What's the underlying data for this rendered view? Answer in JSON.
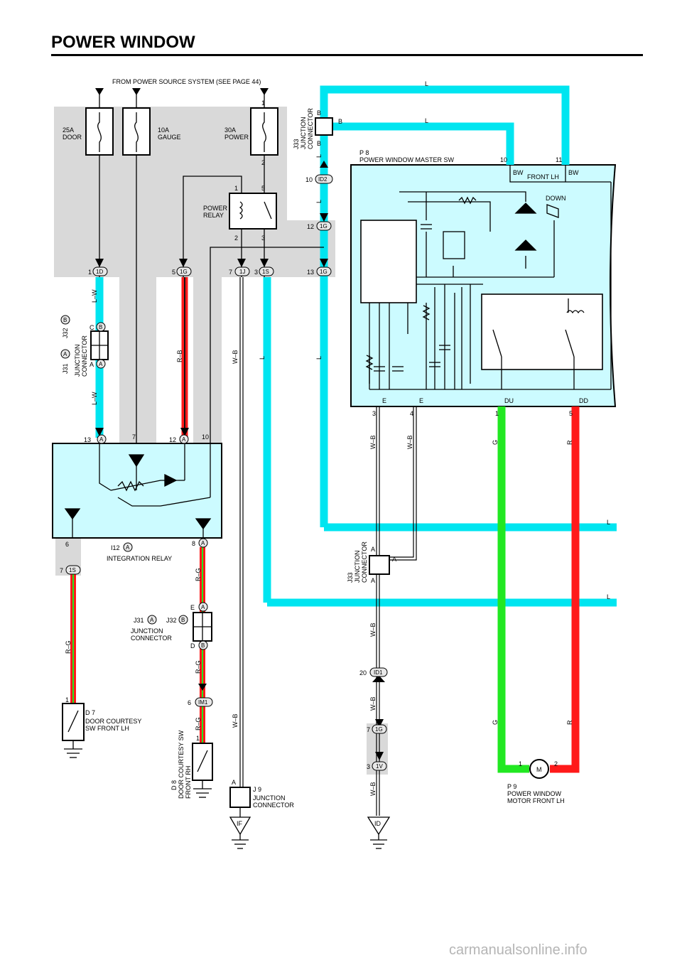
{
  "page": {
    "title": "POWER WINDOW",
    "watermark": "carmanualsonline.info"
  },
  "colors": {
    "cyan": "#00e5f0",
    "red": "#ff1a1a",
    "green": "#22e822",
    "shade": "#d9d9d9",
    "panel": "#ccfbff"
  },
  "labels": {
    "source": "FROM POWER SOURCE SYSTEM (SEE PAGE 44)",
    "fuse_door_a": "25A",
    "fuse_door_b": "DOOR",
    "fuse_gauge_a": "10A",
    "fuse_gauge_b": "GAUGE",
    "fuse_power_a": "30A",
    "fuse_power_b": "POWER",
    "relay_a": "POWER",
    "relay_b": "RELAY",
    "j33_top_a": "J33",
    "j33_top_b": "JUNCTION",
    "j33_top_c": "CONNECTOR",
    "p8_a": "P 8",
    "p8_b": "POWER WINDOW MASTER SW",
    "bw": "BW",
    "front_lh": "FRONT LH",
    "down": "DOWN",
    "e": "E",
    "du": "DU",
    "dd": "DD",
    "j3132_a": "J31",
    "j3132_b": "J32",
    "jc_a": "JUNCTION",
    "jc_b": "CONNECTOR",
    "i12": "I12",
    "integ": "INTEGRATION RELAY",
    "j33_mid_a": "J33",
    "j33_mid_b": "JUNCTION",
    "j33_mid_c": "CONNECTOR",
    "d7_a": "D 7",
    "d7_b": "DOOR COURTESY",
    "d7_c": "SW FRONT LH",
    "d8_a": "D 8",
    "d8_b": "DOOR COURTESY SW",
    "d8_c": "FRONT RH",
    "j9_a": "J 9",
    "j9_b": "JUNCTION",
    "j9_c": "CONNECTOR",
    "p9_a": "P 9",
    "p9_b": "POWER WINDOW",
    "p9_c": "MOTOR FRONT LH",
    "m": "M",
    "ground_if": "IF",
    "ground_id": "ID"
  },
  "wires": {
    "lw": "L–W",
    "rb": "R–B",
    "wb": "W–B",
    "l": "L",
    "g": "G",
    "r": "R",
    "rg": "R–G"
  },
  "pins": {
    "n1": "1",
    "n2": "2",
    "n3": "3",
    "n4": "4",
    "n5": "5",
    "n6": "6",
    "n7": "7",
    "n8": "8",
    "n10": "10",
    "n11": "11",
    "n12": "12",
    "n13": "13",
    "n20": "20",
    "a": "A",
    "b": "B",
    "c": "C",
    "d": "D"
  },
  "tags": {
    "c1d": "1D",
    "c1g": "1G",
    "c1j": "1J",
    "c1s": "1S",
    "cid2": "ID2",
    "cid1": "ID1",
    "cim1": "IM1",
    "c1v": "1V",
    "ta": "A",
    "tb": "B"
  }
}
